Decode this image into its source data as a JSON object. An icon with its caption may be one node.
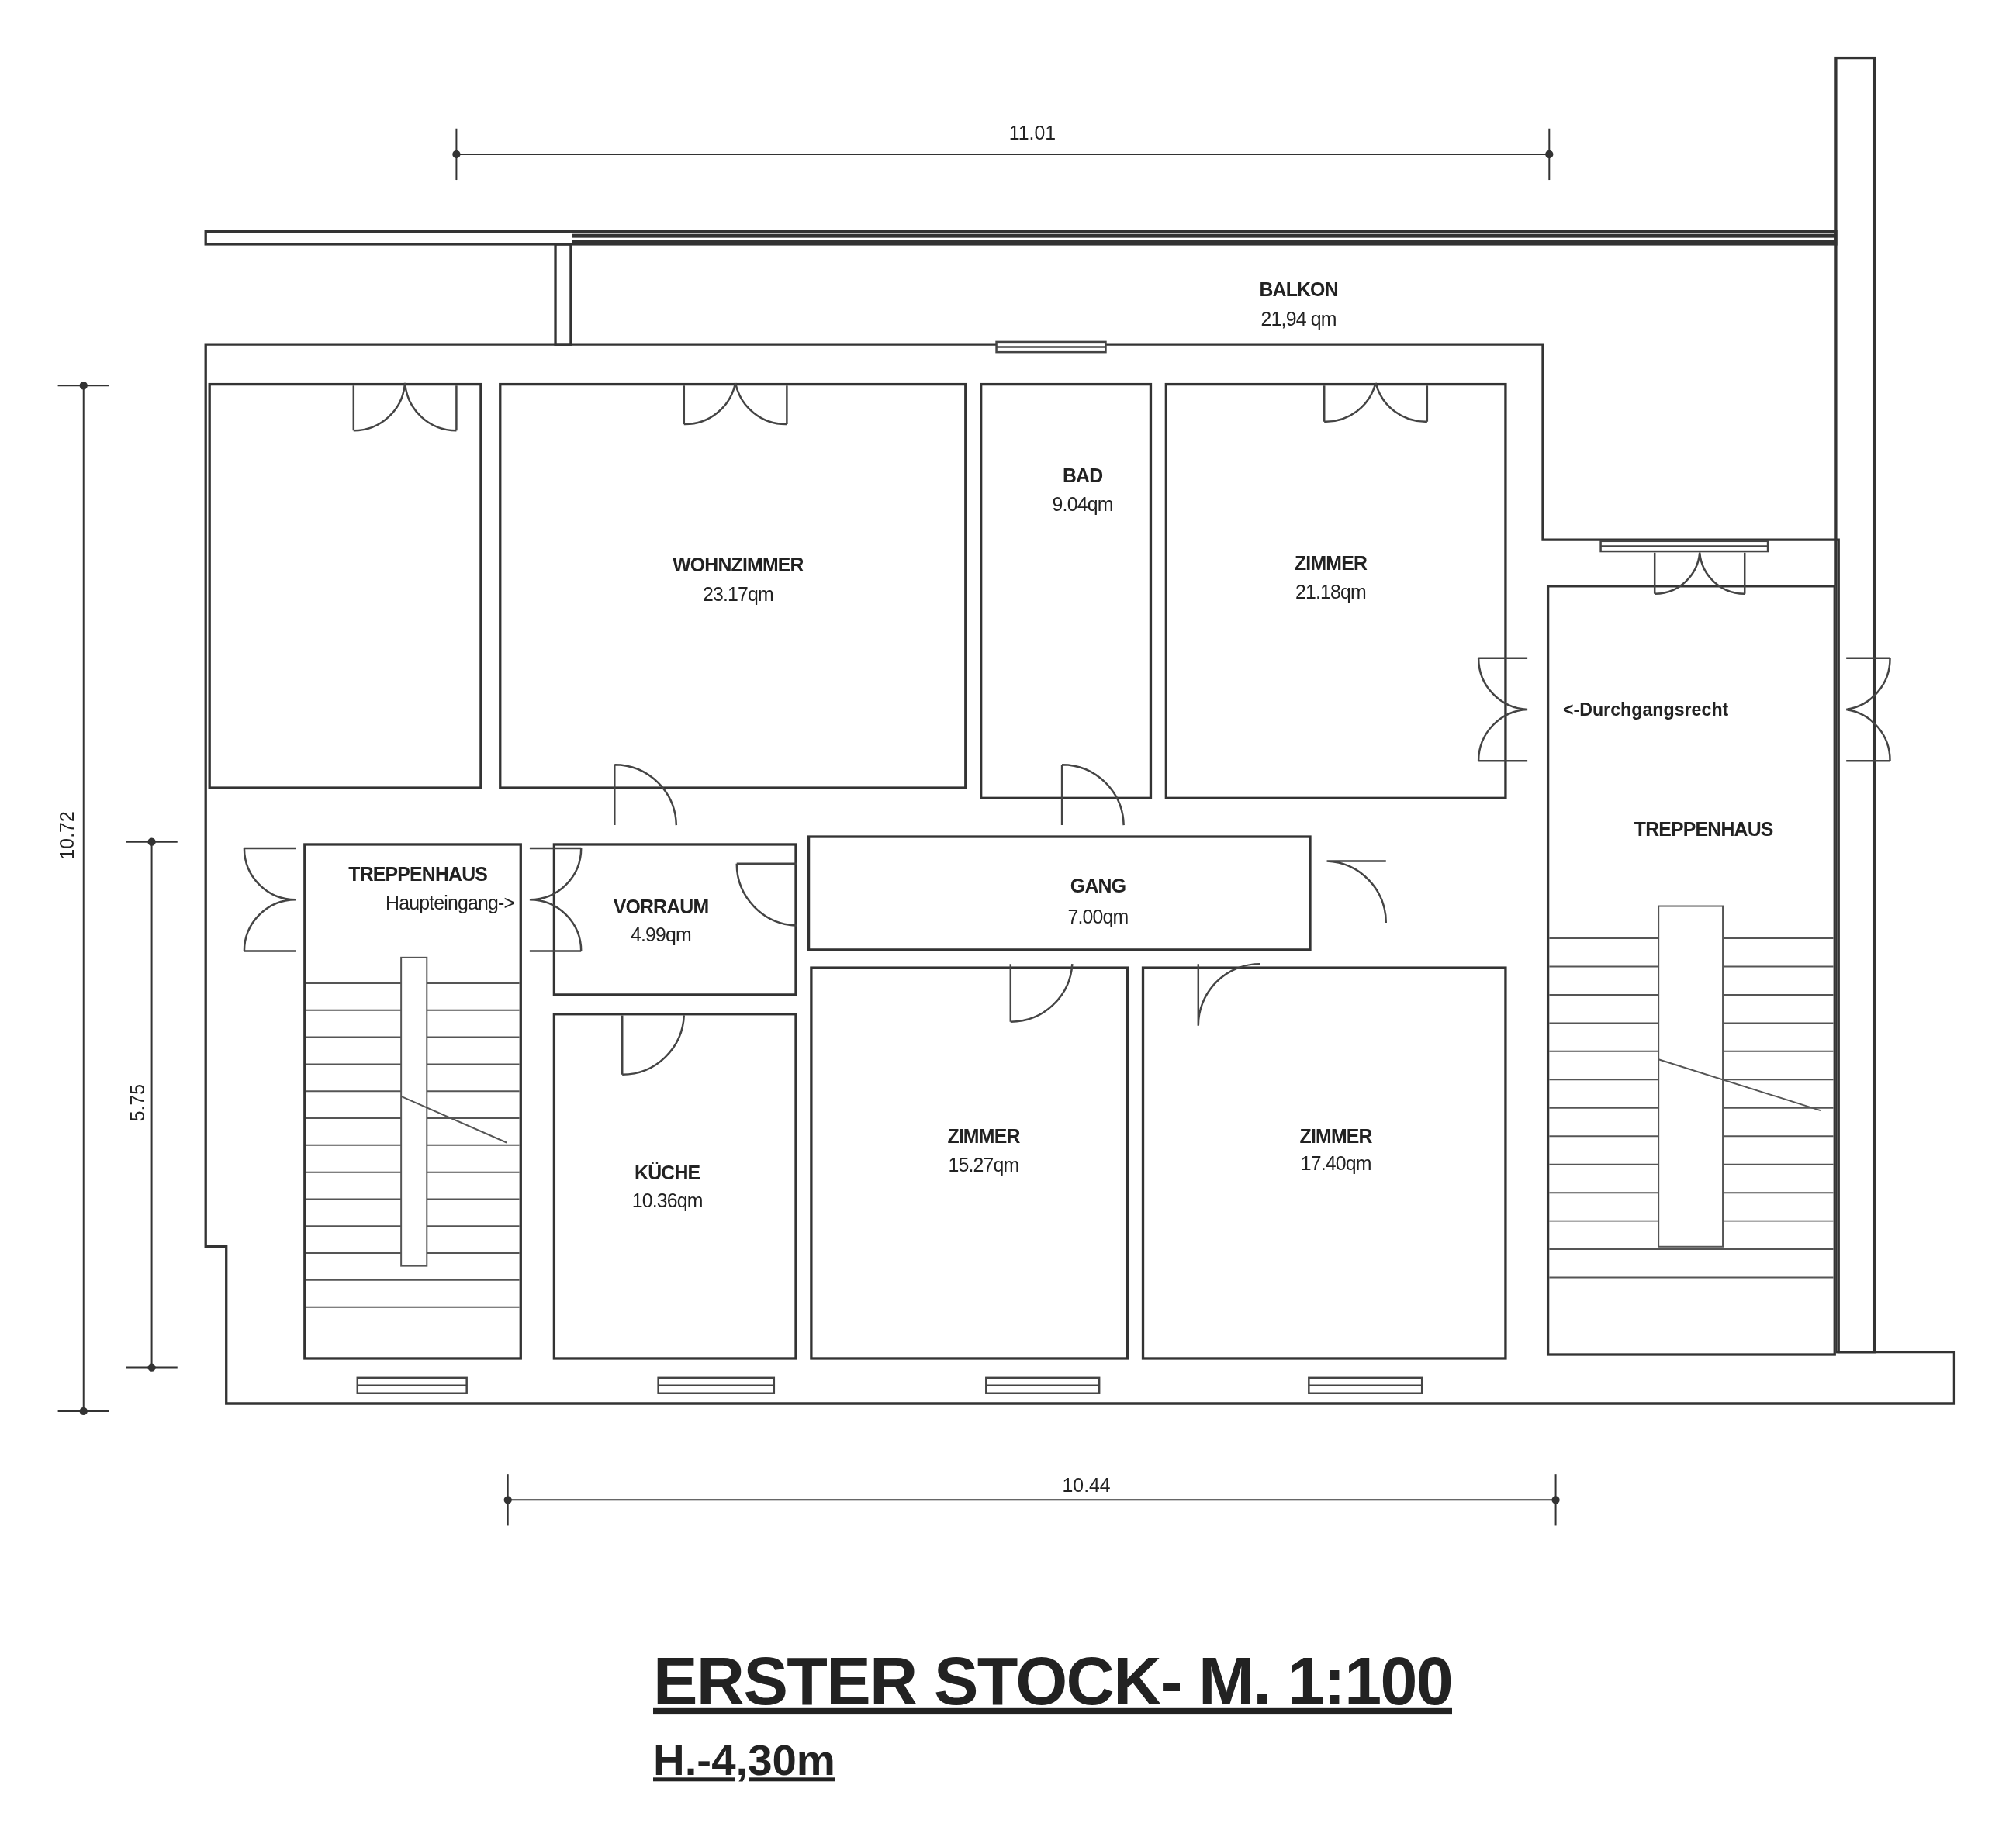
{
  "diagram": {
    "title": "ERSTER STOCK- M. 1:100",
    "caption": "H.-4,30m",
    "nodes": [
      {
        "text": [
          "BALKON",
          "21,94 qm"
        ]
      },
      {
        "text": [],
        "shape": "box"
      },
      {
        "text": [
          "WOHNZIMMER",
          "23.17qm"
        ]
      },
      {
        "text": [
          "BAD",
          "9.04qm"
        ]
      },
      {
        "text": [
          "ZIMMER",
          "21.18qm"
        ]
      },
      {
        "text": [
          "TREPPENHAUS"
        ]
      },
      {
        "text": [
          "TREPPENHAUS",
          "Haupteingang->"
        ]
      },
      {
        "text": [
          "VORRAUM",
          "4.99qm"
        ]
      },
      {
        "text": [
          "GANG",
          "7.00qm"
        ]
      },
      {
        "text": [
          "KÜCHE",
          "10.36qm"
        ]
      },
      {
        "text": [
          "ZIMMER",
          "15.27qm"
        ]
      },
      {
        "text": [
          "ZIMMER",
          "17.40qm"
        ]
      }
    ],
    "labels": [
      "11.01",
      "<-Durchgangsrecht",
      "10.72",
      "5.75",
      "10.44"
    ]
  }
}
